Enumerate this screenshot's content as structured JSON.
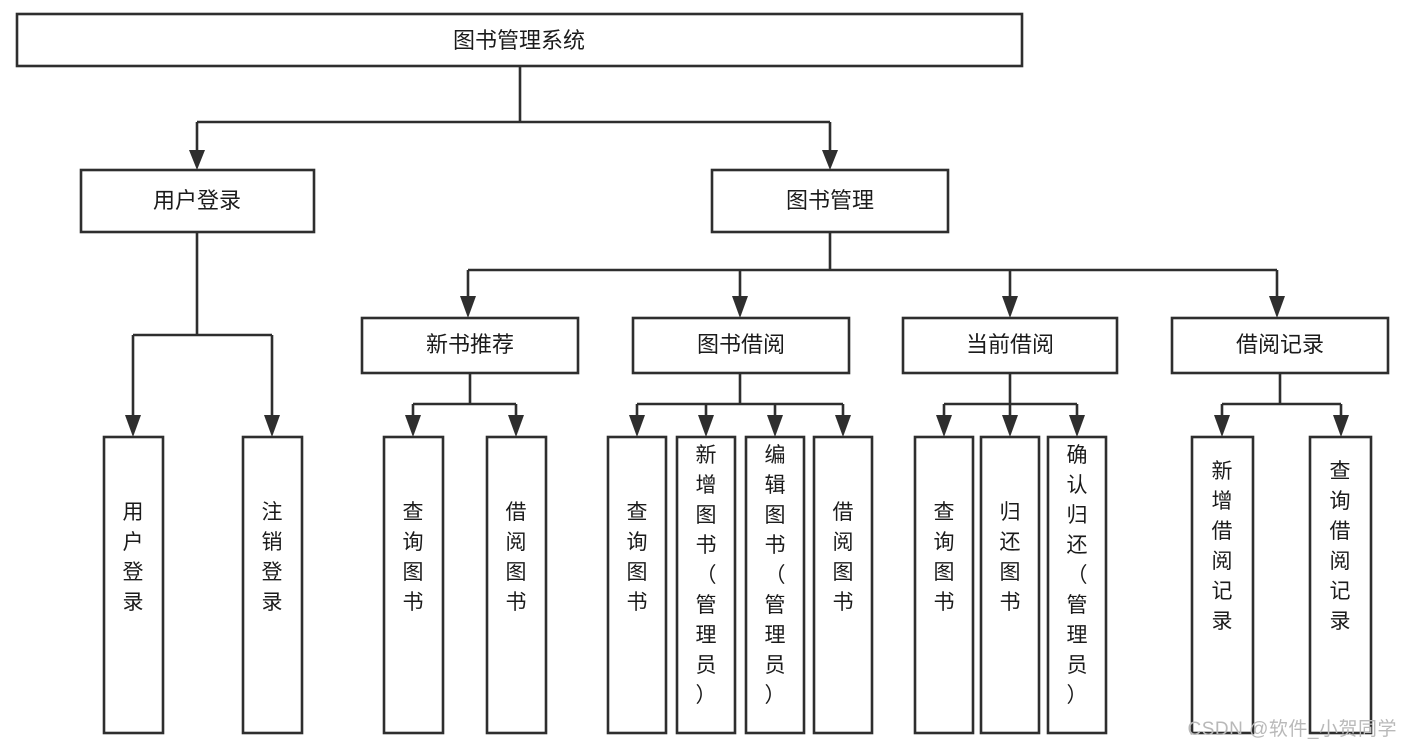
{
  "diagram": {
    "type": "tree-hierarchy",
    "title": "图书管理系统",
    "orientation": "top-down",
    "colors": {
      "box_fill": "#ffffff",
      "box_stroke": "#2e2e2e",
      "connector": "#2e2e2e",
      "text": "#1b1b1b",
      "watermark": "#b9b9b9"
    },
    "nodes": {
      "root": {
        "label": "图书管理系统",
        "orientation": "horizontal"
      },
      "level2": [
        {
          "label": "用户登录",
          "orientation": "horizontal"
        },
        {
          "label": "图书管理",
          "orientation": "horizontal"
        }
      ],
      "level3": [
        {
          "label": "新书推荐",
          "orientation": "horizontal"
        },
        {
          "label": "图书借阅",
          "orientation": "horizontal"
        },
        {
          "label": "当前借阅",
          "orientation": "horizontal"
        },
        {
          "label": "借阅记录",
          "orientation": "horizontal"
        }
      ],
      "leaves": {
        "user_login": [
          {
            "label": "用户登录",
            "orientation": "vertical"
          },
          {
            "label": "注销登录",
            "orientation": "vertical"
          }
        ],
        "new_book_recommend": [
          {
            "label": "查询图书",
            "orientation": "vertical"
          },
          {
            "label": "借阅图书",
            "orientation": "vertical"
          }
        ],
        "book_borrow": [
          {
            "label": "查询图书",
            "orientation": "vertical"
          },
          {
            "label": "新增图书（管理员）",
            "orientation": "vertical"
          },
          {
            "label": "编辑图书（管理员）",
            "orientation": "vertical"
          },
          {
            "label": "借阅图书",
            "orientation": "vertical"
          }
        ],
        "current_borrow": [
          {
            "label": "查询图书",
            "orientation": "vertical"
          },
          {
            "label": "归还图书",
            "orientation": "vertical"
          },
          {
            "label": "确认归还（管理员）",
            "orientation": "vertical"
          }
        ],
        "borrow_record": [
          {
            "label": "新增借阅记录",
            "orientation": "vertical"
          },
          {
            "label": "查询借阅记录",
            "orientation": "vertical"
          }
        ]
      }
    }
  },
  "watermark": {
    "text": "CSDN @软件_小贺同学"
  }
}
